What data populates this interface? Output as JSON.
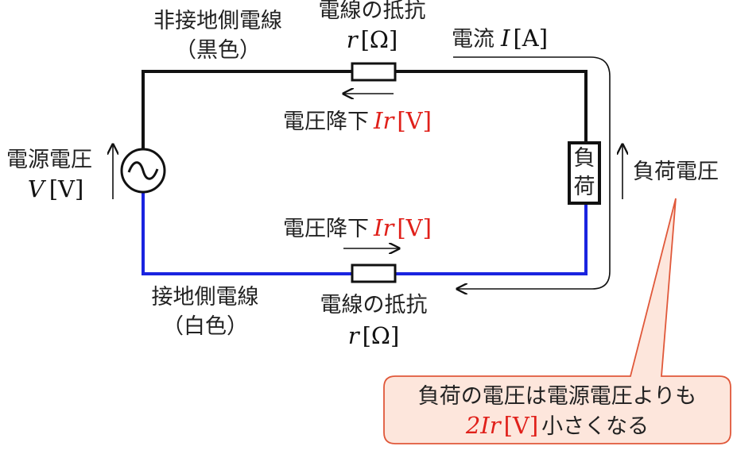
{
  "labels": {
    "hot_wire": "非接地側電線",
    "hot_wire_color": "（黒色）",
    "top_resistance": "電線の抵抗",
    "top_resistance_sym": "r",
    "top_resistance_unit": "[Ω]",
    "current": "電流",
    "current_sym": "I",
    "current_unit": "[A]",
    "top_drop": "電圧降下",
    "top_drop_sym": "Ir",
    "top_drop_unit": "[V]",
    "source_voltage": "電源電圧",
    "source_sym": "V",
    "source_unit": "[V]",
    "load_top": "負",
    "load_bottom": "荷",
    "load_voltage": "負荷電圧",
    "bottom_drop": "電圧降下",
    "bottom_drop_sym": "Ir",
    "bottom_drop_unit": "[V]",
    "ground_wire": "接地側電線",
    "ground_wire_color": "（白色）",
    "bottom_resistance": "電線の抵抗",
    "bottom_resistance_sym": "r",
    "bottom_resistance_unit": "[Ω]"
  },
  "callout": {
    "line1": "負荷の電圧は電源電圧よりも",
    "line2_sym": "2Ir",
    "line2_unit": "[V]",
    "line2_tail": "小さくなる"
  },
  "colors": {
    "hot_wire": "#111111",
    "ground_wire": "#1a24e0",
    "accent_red": "#e0201a",
    "callout_fill": "#fde6dc",
    "callout_border": "#e0583a"
  }
}
